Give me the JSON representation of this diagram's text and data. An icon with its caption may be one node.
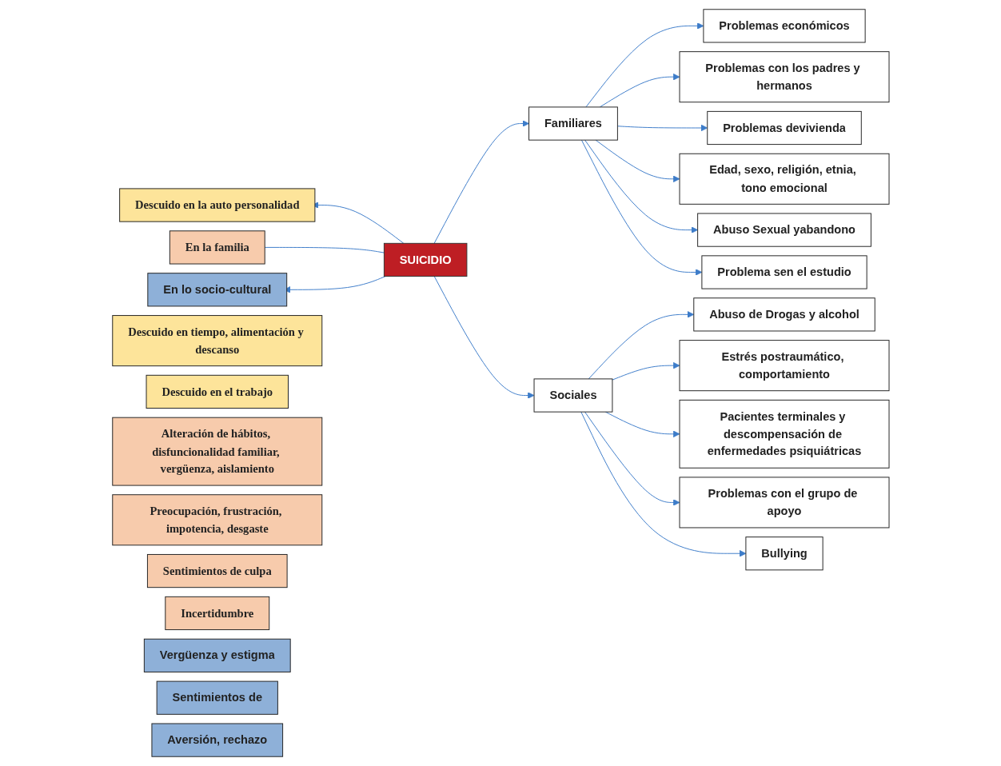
{
  "diagram": {
    "nodes": [
      {
        "text": [
          "Descuido en tiempo, alimentación y descanso"
        ]
      },
      {
        "text": [
          "Descuido en el trabajo"
        ]
      },
      {
        "text": [
          "Descuido en la auto personalidad"
        ]
      },
      {
        "text": [
          "Alteración de hábitos, disfuncionalidad familiar, vergüenza, aislamiento"
        ]
      },
      {
        "text": [
          "Preocupación, frustración, impotencia, desgaste"
        ]
      },
      {
        "text": [
          "Sentimientos de culpa"
        ]
      },
      {
        "text": [
          "Incertidumbre"
        ]
      },
      {
        "text": [
          "En la familia"
        ]
      },
      {
        "text": [
          "Vergüenza y estigma"
        ]
      },
      {
        "text": [
          "Sentimientos de"
        ]
      },
      {
        "text": [
          "Aversión, rechazo"
        ]
      },
      {
        "text": [
          "En lo socio-cultural"
        ]
      },
      {
        "text": [
          "SUICIDIO"
        ]
      },
      {
        "text": [
          "Familiares"
        ]
      },
      {
        "text": [
          "Sociales"
        ]
      },
      {
        "text": [
          "Problemas económicos"
        ]
      },
      {
        "text": [
          "Problema sen el estudio"
        ]
      },
      {
        "text": [
          "Abuso de Drogas y alcohol"
        ]
      },
      {
        "text": [
          "Bullying"
        ]
      },
      {
        "text": [
          "Problemas con los padres y hermanos"
        ]
      },
      {
        "text": [
          "Estrés postraumático, comportamiento"
        ]
      },
      {
        "text": [
          "Problemas con el grupo de apoyo"
        ]
      },
      {
        "text": [
          "Abuso Sexual yabandono"
        ]
      },
      {
        "text": [
          "Problemas devivienda"
        ]
      },
      {
        "text": [
          "Edad, sexo, religión, etnia, tono emocional"
        ]
      },
      {
        "text": [
          "Pacientes terminales y descompensación de enfermedades psiquiátricas"
        ]
      }
    ],
    "edges": [
      {
        "from": 12,
        "to": 2,
        "arrow": "to"
      },
      {
        "from": 12,
        "to": 7,
        "arrow": "none"
      },
      {
        "from": 12,
        "to": 11,
        "arrow": "to"
      },
      {
        "from": 12,
        "to": 13,
        "arrow": "to"
      },
      {
        "from": 12,
        "to": 14,
        "arrow": "to"
      },
      {
        "from": 13,
        "to": 15,
        "arrow": "to"
      },
      {
        "from": 13,
        "to": 19,
        "arrow": "to"
      },
      {
        "from": 13,
        "to": 23,
        "arrow": "to"
      },
      {
        "from": 13,
        "to": 24,
        "arrow": "to"
      },
      {
        "from": 13,
        "to": 22,
        "arrow": "to"
      },
      {
        "from": 13,
        "to": 16,
        "arrow": "to"
      },
      {
        "from": 14,
        "to": 17,
        "arrow": "to"
      },
      {
        "from": 14,
        "to": 20,
        "arrow": "to"
      },
      {
        "from": 14,
        "to": 25,
        "arrow": "to"
      },
      {
        "from": 14,
        "to": 21,
        "arrow": "to"
      },
      {
        "from": 14,
        "to": 18,
        "arrow": "to"
      }
    ]
  }
}
